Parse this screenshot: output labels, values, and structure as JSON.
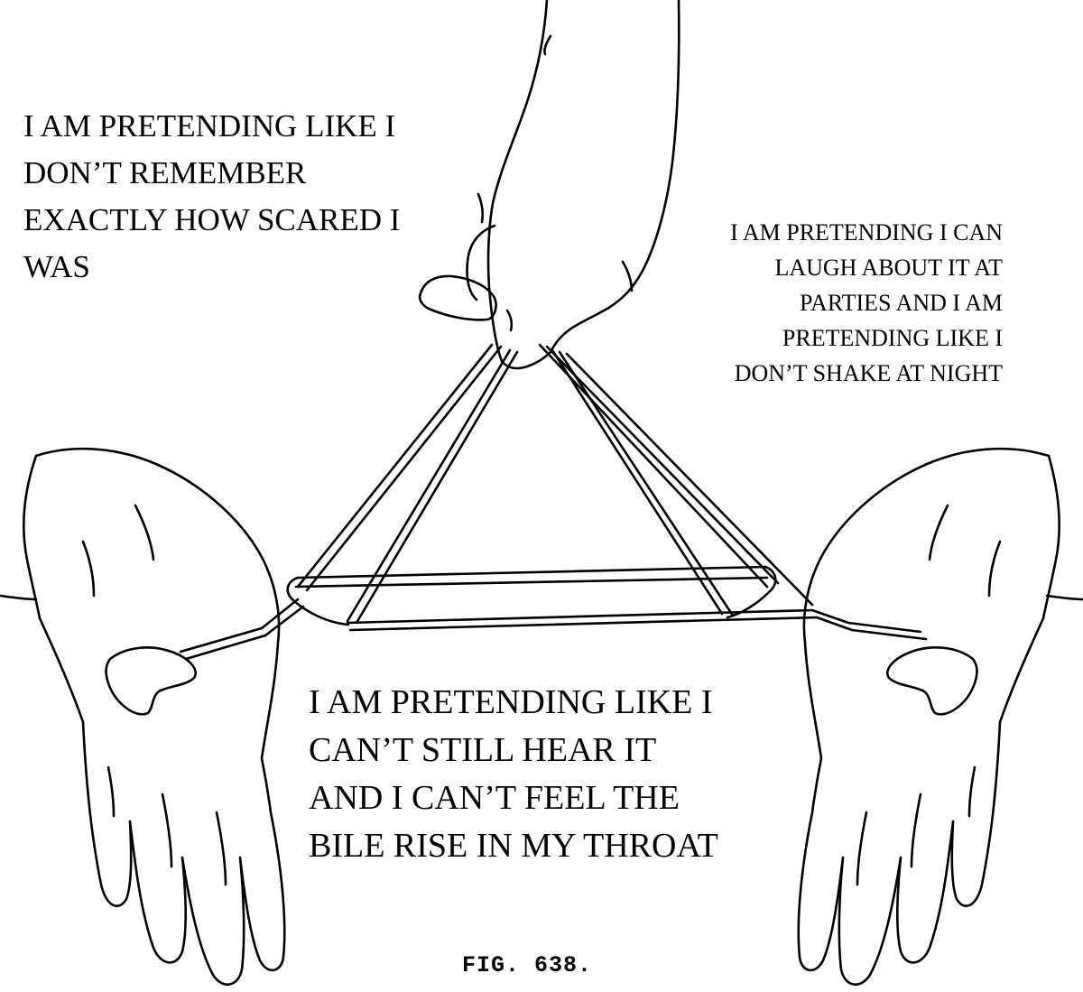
{
  "captions": {
    "top_left": [
      "I AM PRETENDING LIKE I",
      "DON’T REMEMBER",
      "EXACTLY HOW SCARED I",
      "WAS"
    ],
    "top_right": [
      "I AM PRETENDING I CAN",
      "LAUGH ABOUT IT AT",
      "PARTIES AND I AM",
      "PRETENDING LIKE I",
      "DON’T SHAKE AT NIGHT"
    ],
    "bottom": [
      "I AM PRETENDING LIKE I",
      "CAN’T STILL HEAR IT",
      "AND I CAN’T FEEL THE",
      "BILE RISE IN MY THROAT"
    ]
  },
  "figure_label": "FIG. 638.",
  "colors": {
    "ink": "#000000",
    "paper": "#ffffff"
  }
}
